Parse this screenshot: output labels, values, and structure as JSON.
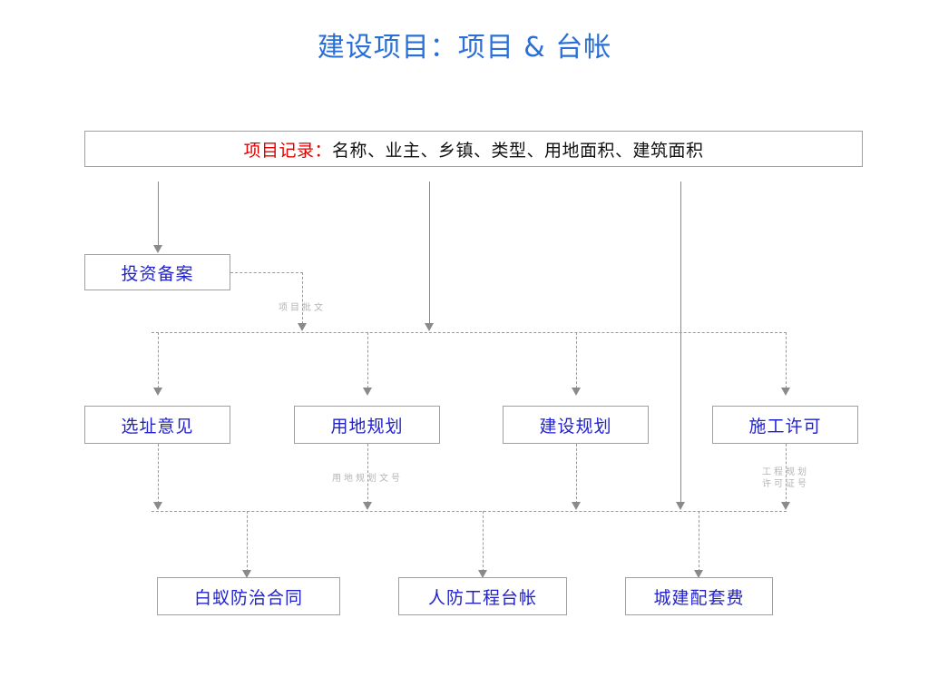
{
  "page": {
    "title": "建设项目：项目 & 台帐",
    "background": "#ffffff",
    "title_color": "#2a6fd6"
  },
  "colors": {
    "title": "#2a6fd6",
    "node_text": "#2222cc",
    "record_label": "#e00000",
    "record_fields": "#111111",
    "box_border": "#a0a0a0",
    "connector": "#8a8a8a",
    "edge_label": "#b5b5b5"
  },
  "header_box": {
    "record_label": "项目记录：",
    "record_fields": "名称、业主、乡镇、类型、用地面积、建筑面积"
  },
  "nodes": {
    "filing": "投资备案",
    "site_opinion": "选址意见",
    "land_planning": "用地规划",
    "construction_planning": "建设规划",
    "construction_permit": "施工许可",
    "termite_contract": "白蚁防治合同",
    "civil_defense_ledger": "人防工程台帐",
    "urban_support_fee": "城建配套费"
  },
  "edge_labels": {
    "project_approval": "项目批文",
    "land_planning_doc_no": "用地规划文号",
    "eng_planning_permit_line1": "工程规划",
    "eng_planning_permit_line2": "许可证号"
  },
  "flow": {
    "level1": [
      "项目记录：名称、业主、乡镇、类型、用地面积、建筑面积"
    ],
    "level2": [
      "投资备案"
    ],
    "level3": [
      "选址意见",
      "用地规划",
      "建设规划",
      "施工许可"
    ],
    "level4": [
      "白蚁防治合同",
      "人防工程台帐",
      "城建配套费"
    ]
  }
}
